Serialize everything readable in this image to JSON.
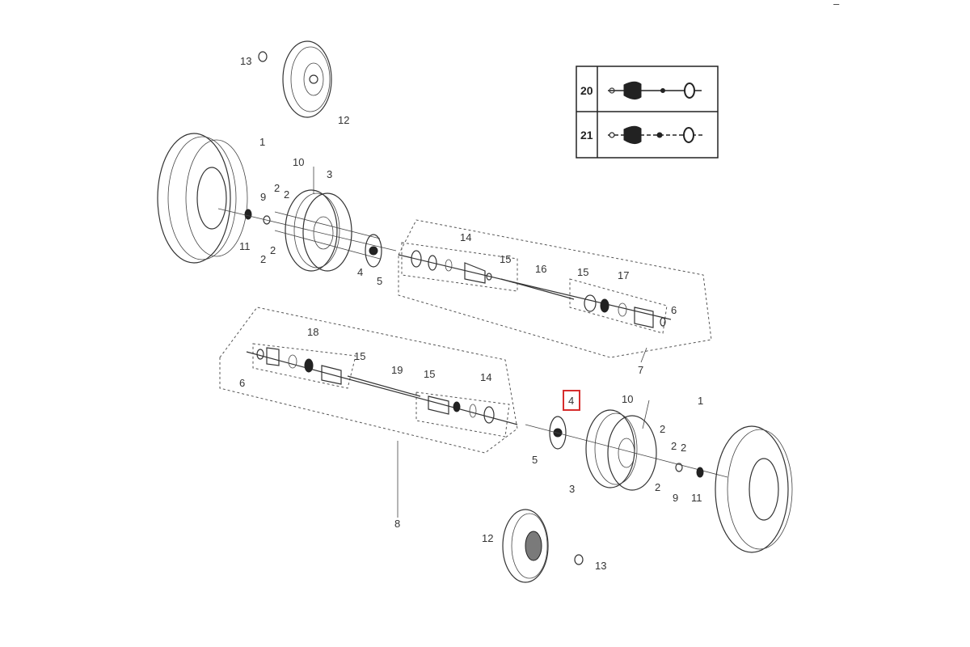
{
  "corner_mark": "–",
  "highlight_color": "#d62d2d",
  "callouts": [
    "13",
    "12",
    "1",
    "10",
    "3",
    "2",
    "2",
    "9",
    "11",
    "2",
    "2",
    "4",
    "5",
    "14",
    "15",
    "16",
    "15",
    "17",
    "6",
    "7",
    "18",
    "15",
    "6",
    "19",
    "15",
    "14",
    "4",
    "10",
    "1",
    "2",
    "2",
    "2",
    "5",
    "3",
    "2",
    "9",
    "11",
    "8",
    "12",
    "13"
  ],
  "legend": {
    "rows": [
      {
        "number": "20",
        "style": "solid"
      },
      {
        "number": "21",
        "style": "dashed"
      }
    ]
  }
}
